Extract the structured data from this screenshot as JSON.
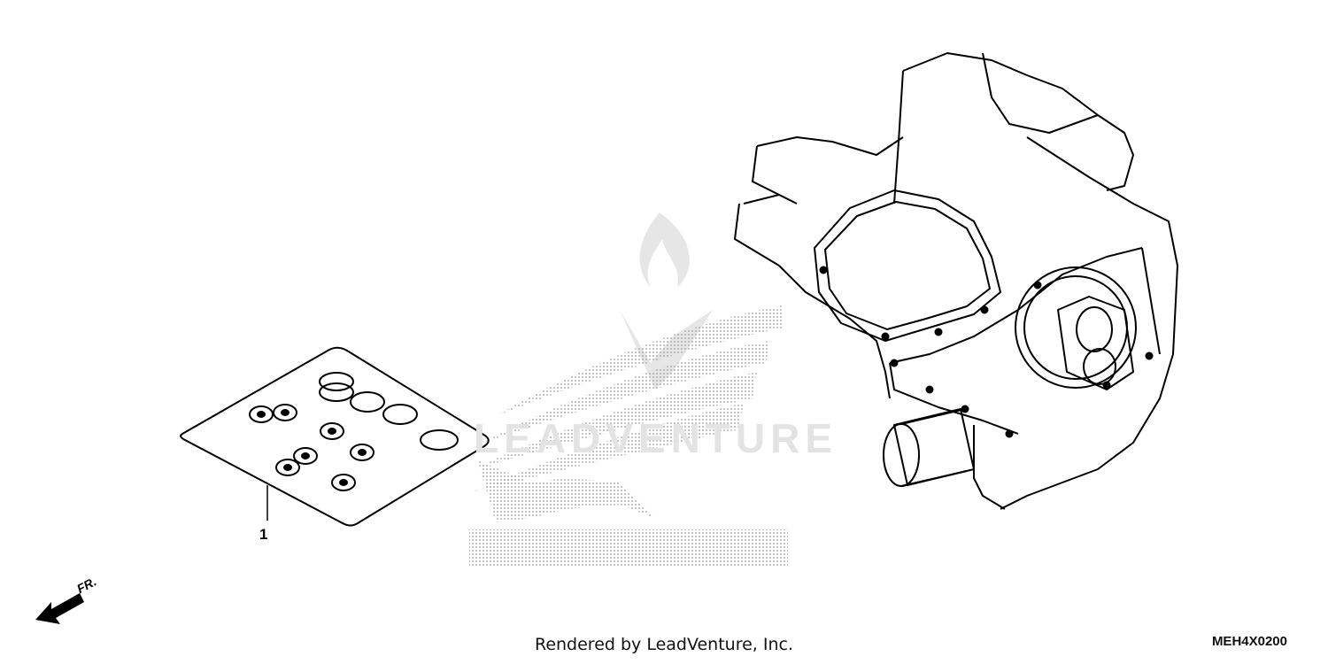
{
  "diagram": {
    "callout_part_number": "1",
    "front_indicator": "FR.",
    "watermark_text": "LEADVENTURE",
    "brand_watermark": "HONDA",
    "footer_credit": "Rendered by LeadVenture, Inc.",
    "diagram_code": "MEH4X0200"
  },
  "colors": {
    "line": "#000000",
    "watermark": "#d4d4d4",
    "watermark_dots": "#9a9a9a"
  },
  "icons": {
    "front_arrow": "front-direction-arrow-icon",
    "brand_logo": "honda-wing-logo-icon",
    "watermark_logo": "leadventure-flame-logo-icon"
  }
}
